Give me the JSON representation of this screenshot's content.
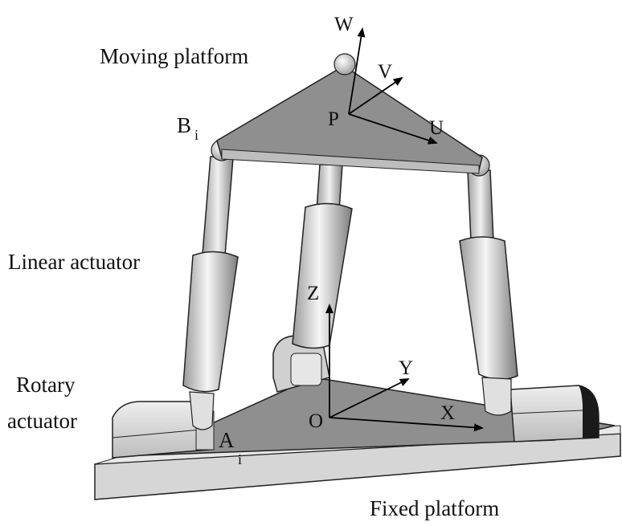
{
  "labels": {
    "moving_platform": "Moving platform",
    "linear_actuator": "Linear actuator",
    "rotary_actuator_line1": "Rotary",
    "rotary_actuator_line2": "actuator",
    "fixed_platform": "Fixed platform",
    "joint_b": "B",
    "joint_b_sub": "i",
    "joint_a": "A",
    "joint_a_sub": "i",
    "origin_moving": "P",
    "origin_fixed": "O"
  },
  "axes": {
    "moving": {
      "u": "U",
      "v": "V",
      "w": "W"
    },
    "fixed": {
      "x": "X",
      "y": "Y",
      "z": "Z"
    }
  },
  "colors": {
    "platform": "#8f8f8f",
    "base_slab": "#d9d9d9",
    "cylinder_light": "#f2f2f2",
    "cylinder_dark": "#8c8c8c",
    "outline": "#222222",
    "arrow": "#000000"
  }
}
